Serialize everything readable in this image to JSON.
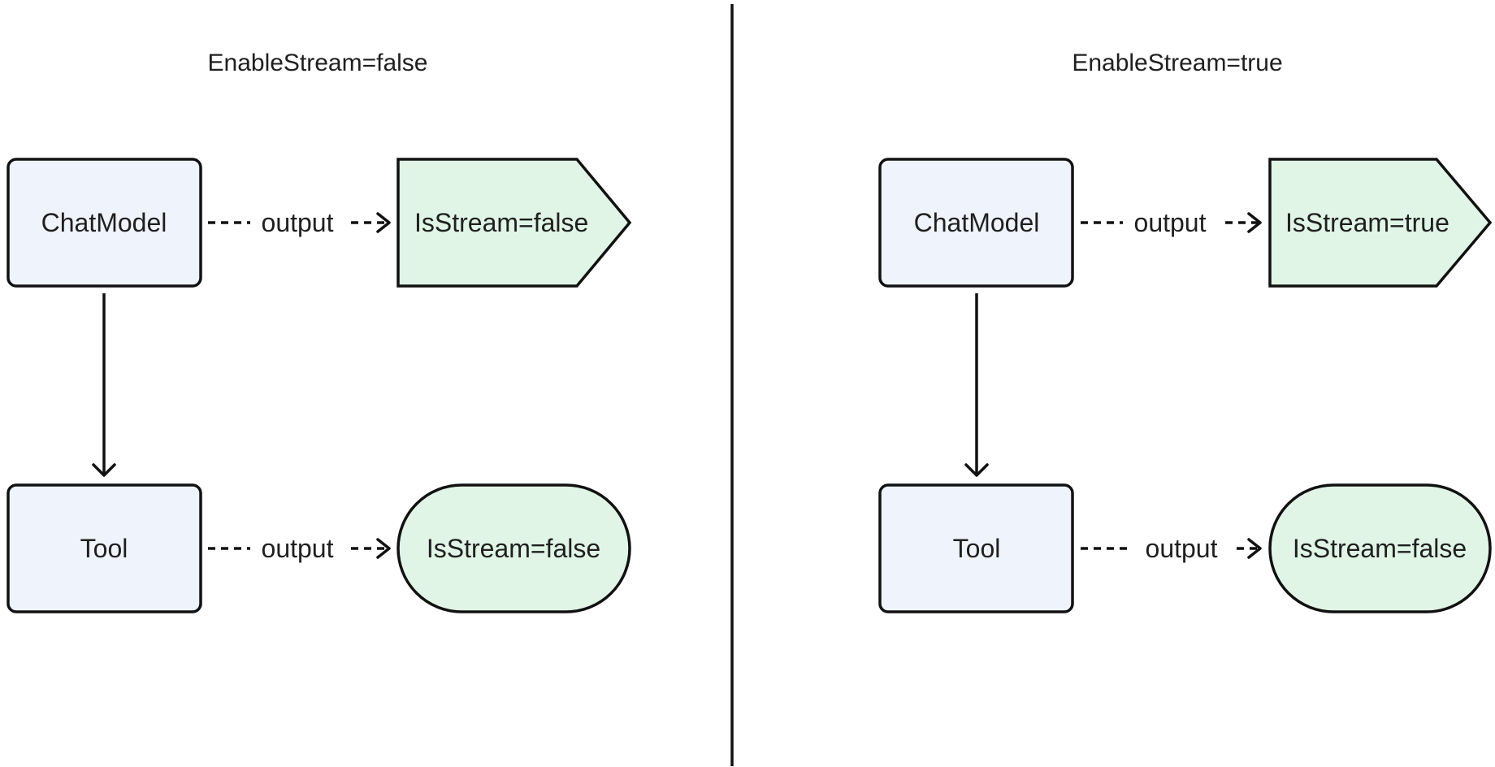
{
  "colors": {
    "node_fill": "#eef3fc",
    "result_fill": "#e0f5e5",
    "stroke": "#111111",
    "text": "#1f1f1f"
  },
  "panels": [
    {
      "title": "EnableStream=false",
      "chatmodel_label": "ChatModel",
      "chatmodel_output_label": "output",
      "chatmodel_result_label": "IsStream=false",
      "tool_label": "Tool",
      "tool_output_label": "output",
      "tool_result_label": "IsStream=false"
    },
    {
      "title": "EnableStream=true",
      "chatmodel_label": "ChatModel",
      "chatmodel_output_label": "output",
      "chatmodel_result_label": "IsStream=true",
      "tool_label": "Tool",
      "tool_output_label": "output",
      "tool_result_label": "IsStream=false"
    }
  ]
}
